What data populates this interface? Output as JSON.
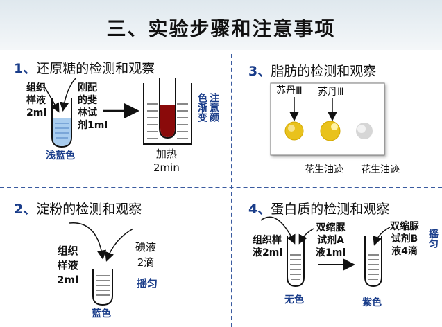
{
  "header": {
    "title": "三、实验步骤和注意事项"
  },
  "sections": {
    "reducing_sugar": {
      "number": "1、",
      "title": "还原糖的检测和观察",
      "sample_label_l1": "组织",
      "sample_label_l2": "样液",
      "sample_label_l3": "2ml",
      "reagent_l1": "刚配",
      "reagent_l2": "的斐",
      "reagent_l3": "林试",
      "reagent_l4": "剂1ml",
      "color_before": "浅蓝色",
      "heat_l1": "加热",
      "heat_l2": "2min",
      "note_col1": "色渐变",
      "note_col2": "注意颜"
    },
    "fat": {
      "number": "3、",
      "title": "脂肪的检测和观察",
      "reagent1": "苏丹Ⅲ",
      "reagent2": "苏丹Ⅲ",
      "stain1": "花生油迹",
      "stain2": "花生油迹"
    },
    "starch": {
      "number": "2、",
      "title": "淀粉的检测和观察",
      "sample_l1": "组织",
      "sample_l2": "样液",
      "sample_l3": "2ml",
      "iodine_l1": "碘液",
      "iodine_l2": "2滴",
      "shake": "摇匀",
      "color_result": "蓝色"
    },
    "protein": {
      "number": "4、",
      "title": "蛋白质的检测和观察",
      "sample_l1": "组织样",
      "sample_l2": "液2ml",
      "reagent_a_l1": "双缩脲",
      "reagent_a_l2": "试剂A",
      "reagent_a_l3": "液1ml",
      "reagent_b_l1": "双缩脲",
      "reagent_b_l2": "试剂B",
      "reagent_b_l3": "液4滴",
      "shake": "摇匀",
      "color_before": "无色",
      "color_after": "紫色"
    }
  },
  "colors": {
    "accent_blue": "#1a3d8a",
    "divider": "#3a5ba0",
    "light_blue_liquid": "#a9cdef",
    "brick_red_liquid": "#8a0a0a",
    "fat_spot": "#e9c21c"
  }
}
